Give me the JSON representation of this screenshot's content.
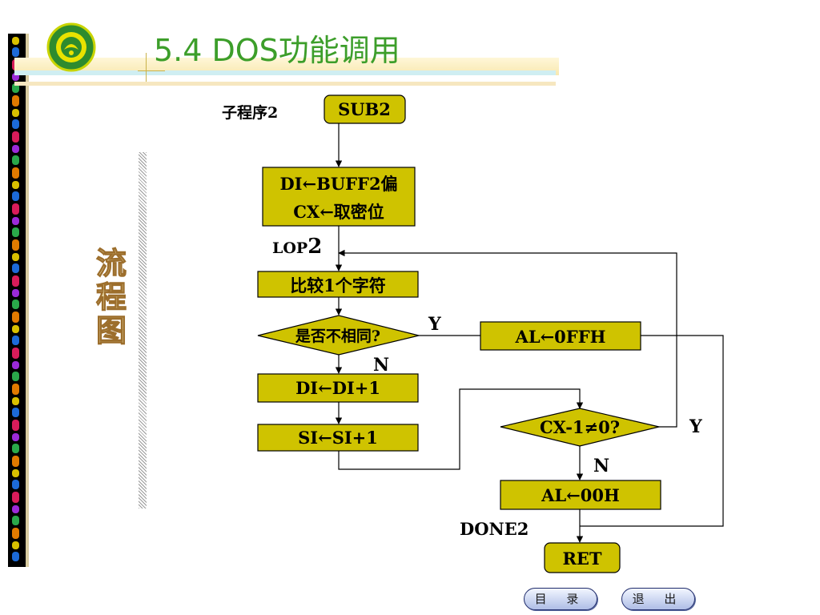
{
  "slide": {
    "title": "5.4 DOS功能调用",
    "side_label": [
      "流",
      "程",
      "图"
    ]
  },
  "flowchart": {
    "subroutine_label": "子程序2",
    "start": "SUB2",
    "init_line1": "DI←BUFF2偏",
    "init_line2": "CX←取密位",
    "loop_label_prefix": "LOP",
    "loop_label_number": "2",
    "compare": "比较1个字符",
    "decision1": "是否不相同?",
    "decision1_yes": "Y",
    "decision1_no": "N",
    "set_ff": "AL←0FFH",
    "inc_di": "DI←DI+1",
    "inc_si": "SI←SI+1",
    "decision2": "CX-1≠0?",
    "decision2_yes": "Y",
    "decision2_no": "N",
    "set_00": "AL←00H",
    "done_label": "DONE2",
    "end": "RET"
  },
  "nav": {
    "toc": "目 录",
    "exit": "退 出"
  },
  "colors": {
    "box_fill": "#cfc300",
    "title_green": "#3c9e2a"
  }
}
